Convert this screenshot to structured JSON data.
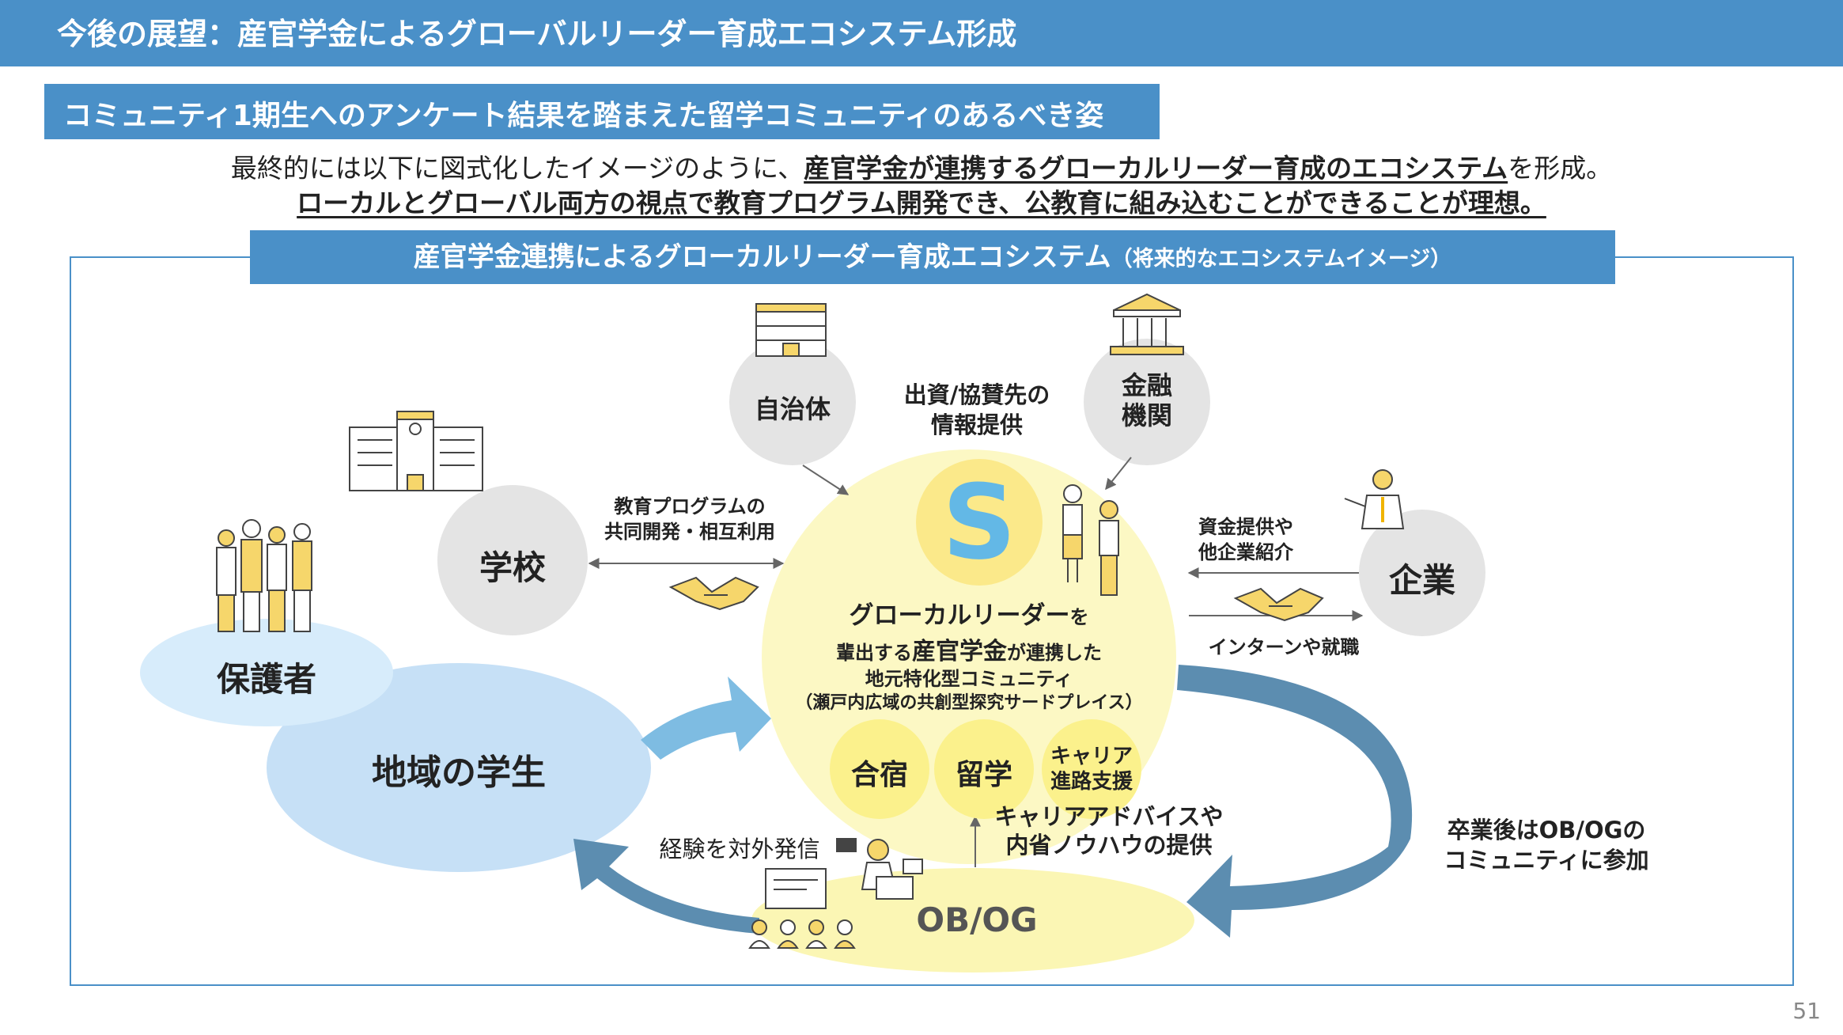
{
  "header": {
    "title": "今後の展望：産官学金によるグローバルリーダー育成エコシステム形成"
  },
  "subheading": "コミュニティ1期生へのアンケート結果を踏まえた留学コミュニティのあるべき姿",
  "intro": {
    "line1_pre": "最終的には以下に図式化したイメージのように、",
    "line1_emph": "産官学金が連携するグローカルリーダー育成のエコシステム",
    "line1_post": "を形成。",
    "line2": "ローカルとグローバル両方の視点で教育プログラム開発でき、公教育に組み込むことができることが理想。"
  },
  "diagram": {
    "title": "産官学金連携によるグローカルリーダー育成エコシステム",
    "title_note": "（将来的なエコシステムイメージ）",
    "nodes": {
      "jichitai": "自治体",
      "kinyu_line1": "金融",
      "kinyu_line2": "機関",
      "gakko": "学校",
      "kigyo": "企業",
      "hogosha": "保護者",
      "chiiki_gakusei": "地域の学生",
      "obog": "OB/OG",
      "s_logo": "S",
      "gasshuku": "合宿",
      "ryugaku": "留学",
      "career_line1": "キャリア",
      "career_line2": "進路支援"
    },
    "center": {
      "line1_a": "グローカルリーダー",
      "line1_b": "を",
      "line2_a": "輩出する",
      "line2_b": "産官学金",
      "line2_c": "が連携した",
      "line3": "地元特化型コミュニティ",
      "line4": "（瀬戸内広域の共創型探究サードプレイス）"
    },
    "labels": {
      "shusshi_line1": "出資/協賛先の",
      "shusshi_line2": "情報提供",
      "kyoiku_line1": "教育プログラムの",
      "kyoiku_line2": "共同開発・相互利用",
      "shikin_line1": "資金提供や",
      "shikin_line2": "他企業紹介",
      "intern": "インターンや就職",
      "career_advice_line1": "キャリアアドバイスや",
      "career_advice_line2": "内省ノウハウの提供",
      "keiken": "経験を対外発信",
      "sotsugyo_line1": "卒業後はOB/OGの",
      "sotsugyo_line2": "コミュニティに参加"
    }
  },
  "colors": {
    "brand_blue": "#4a90c8",
    "grey_circle": "#e4e4e4",
    "yellow_center": "#fcf8c4",
    "yellow_bubble": "#fbf18c",
    "light_blue": "#c6e0f6",
    "pale_blue": "#d7ecfb",
    "arrow_blue_light": "#7ebce2",
    "arrow_blue_dark": "#5c8db0",
    "s_logo": "#63b8e6"
  },
  "icons": [
    "government-building-icon",
    "bank-icon",
    "school-building-icon",
    "family-people-icon",
    "handshake-icon",
    "businessman-icon",
    "students-people-icon",
    "streaming-person-icon",
    "audience-icon"
  ],
  "page_number": "51"
}
